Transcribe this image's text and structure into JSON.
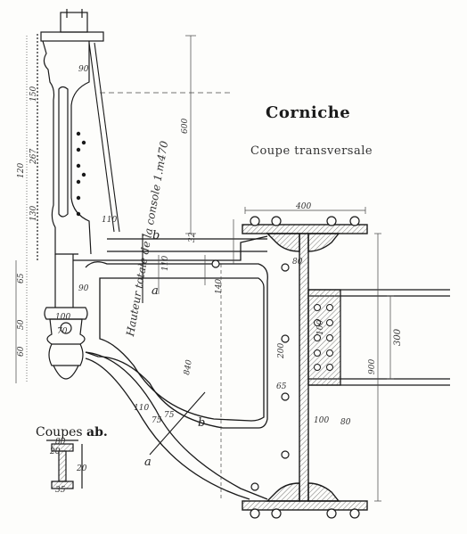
{
  "title": "Corniche",
  "subtitle": "Coupe transversale",
  "section": {
    "prefix": "Coupes",
    "name": "ab."
  },
  "console_label": "Hauteur totale de la console 1.m470",
  "section_marks": {
    "a1": "a",
    "b1": "b",
    "a2": "a",
    "b2": "b"
  },
  "dims": {
    "d400": "400",
    "d600": "600",
    "d300": "300",
    "d900": "900",
    "d840": "840",
    "d80a": "80",
    "d80b": "80",
    "d80c": "80",
    "d100a": "100",
    "d100b": "100",
    "d100c": "100",
    "d110a": "110",
    "d110b": "110",
    "d110c": "110",
    "d90a": "90",
    "d90b": "90",
    "d70": "70",
    "d75a": "75",
    "d75b": "75",
    "d35": "35",
    "d20a": "20",
    "d20b": "20",
    "d65a": "65",
    "d65b": "65",
    "d200": "200",
    "d120": "120",
    "d60": "60",
    "d50": "50",
    "d267": "267",
    "d150": "150",
    "d130": "130",
    "d140": "140",
    "d32": "32"
  },
  "colors": {
    "ink": "#1a1a1a",
    "hatch": "#444444",
    "paper": "#fdfdfb"
  }
}
